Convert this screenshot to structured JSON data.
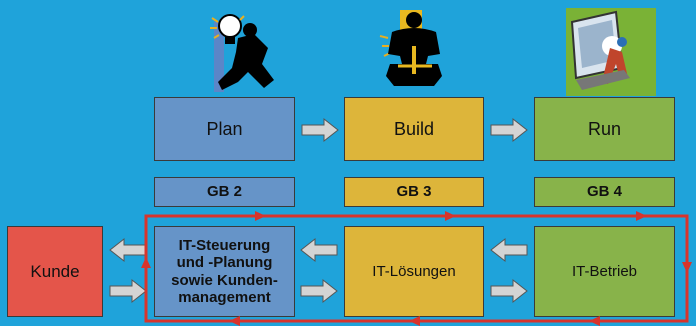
{
  "phases": [
    {
      "label": "Plan"
    },
    {
      "label": "Build"
    },
    {
      "label": "Run"
    }
  ],
  "units": [
    {
      "label": "GB 2"
    },
    {
      "label": "GB 3"
    },
    {
      "label": "GB 4"
    }
  ],
  "flow": {
    "customer": "Kunde",
    "steering": [
      "IT-Steuerung",
      "und -Planung",
      "sowie Kunden-",
      "management"
    ],
    "solutions": "IT-Lösungen",
    "operations": "IT-Betrieb"
  },
  "colors": {
    "background": "#1fa3da",
    "plan": "#6694c8",
    "build": "#ddb53a",
    "run": "#88b34a",
    "customer": "#e4554a",
    "loop": "#d8342c"
  },
  "illustrations": [
    "lightbulb-thinker-icon",
    "builder-worker-icon",
    "computer-operator-icon"
  ]
}
